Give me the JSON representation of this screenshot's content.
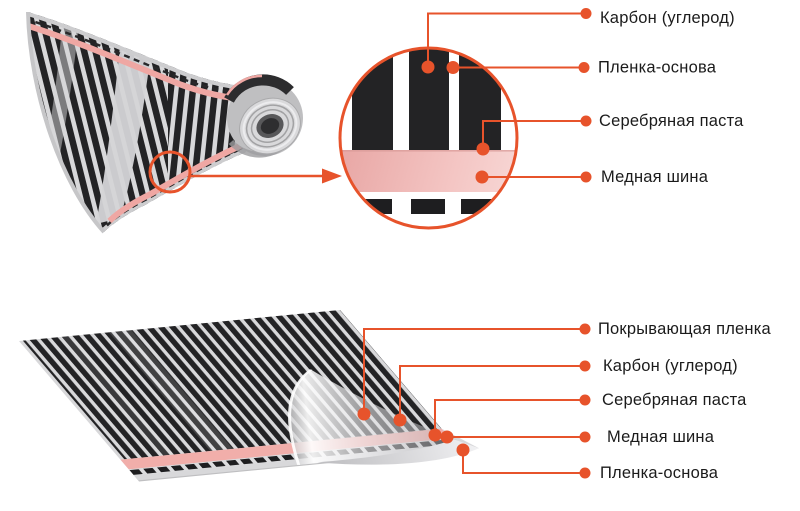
{
  "diagram": {
    "subject": "infrared-heating-film-structure",
    "top_section": {
      "labels": [
        {
          "text": "Карбон (углерод)"
        },
        {
          "text": "Пленка-основа"
        },
        {
          "text": "Серебряная паста"
        },
        {
          "text": "Медная шина"
        }
      ]
    },
    "bottom_section": {
      "labels": [
        {
          "text": "Покрывающая пленка"
        },
        {
          "text": "Карбон (углерод)"
        },
        {
          "text": "Серебряная паста"
        },
        {
          "text": "Медная шина"
        },
        {
          "text": "Пленка-основа"
        }
      ]
    },
    "colors": {
      "accent_orange": "#e7532b",
      "carbon_black": "#232325",
      "copper_pink": "#f1aeaa",
      "base_gray": "#d8d8da",
      "label_text": "#1b1b1b"
    },
    "icons": {
      "zoom_arrow": "right-arrow",
      "magnifier": "detail-circle"
    }
  }
}
